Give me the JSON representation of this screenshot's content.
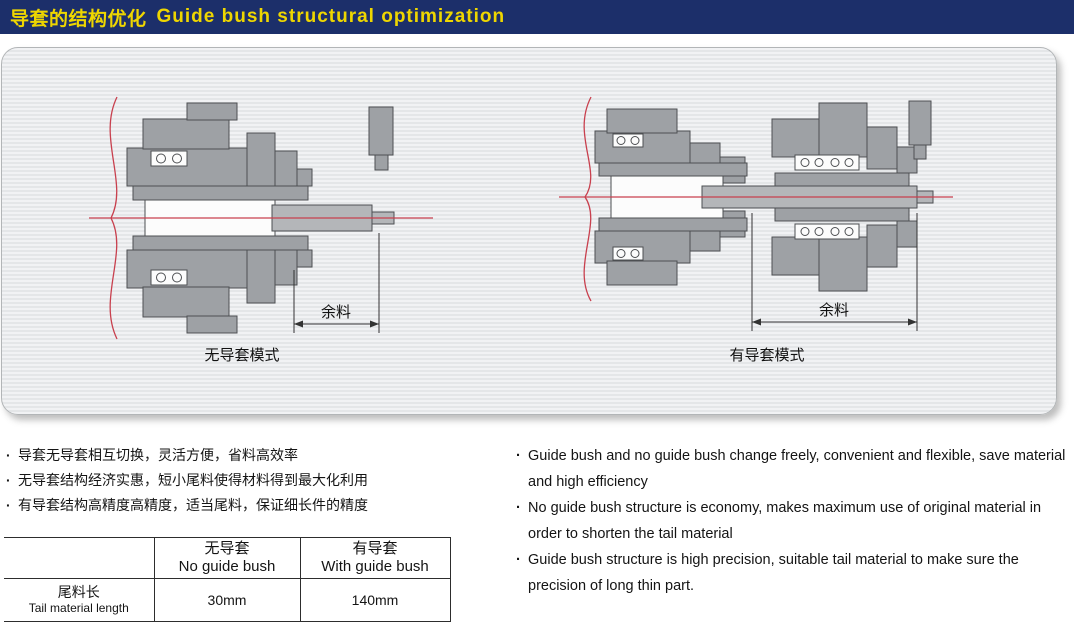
{
  "header": {
    "title_cn": "导套的结构优化",
    "title_en": "Guide bush structural optimization"
  },
  "diagrams": {
    "left": {
      "mode_label": "无导套模式",
      "dim_label": "余料"
    },
    "right": {
      "mode_label": "有导套模式",
      "dim_label": "余料"
    }
  },
  "notes_cn": {
    "items": [
      "导套无导套相互切换，灵活方便，省料高效率",
      "无导套结构经济实惠，短小尾料使得材料得到最大化利用",
      "有导套结构高精度高精度，适当尾料，保证细长件的精度"
    ]
  },
  "notes_en": {
    "items": [
      "Guide bush and no guide bush change freely, convenient and flexible, save material and high efficiency",
      "No guide bush structure is economy, makes maximum use of original material in order to shorten the tail material",
      "Guide bush structure is high precision, suitable tail material to make sure the precision of long thin part."
    ]
  },
  "table": {
    "columns": [
      {
        "cn": "无导套",
        "en": "No guide bush"
      },
      {
        "cn": "有导套",
        "en": "With guide bush"
      }
    ],
    "row": {
      "label_cn": "尾料长",
      "label_en": "Tail material length",
      "no_guide_value": "30mm",
      "with_guide_value": "140mm"
    }
  },
  "colors": {
    "header_bg": "#1c2f6a",
    "header_text": "#eed600",
    "centerline_red": "#c8404e",
    "part_gray": "#9ea1a5"
  }
}
